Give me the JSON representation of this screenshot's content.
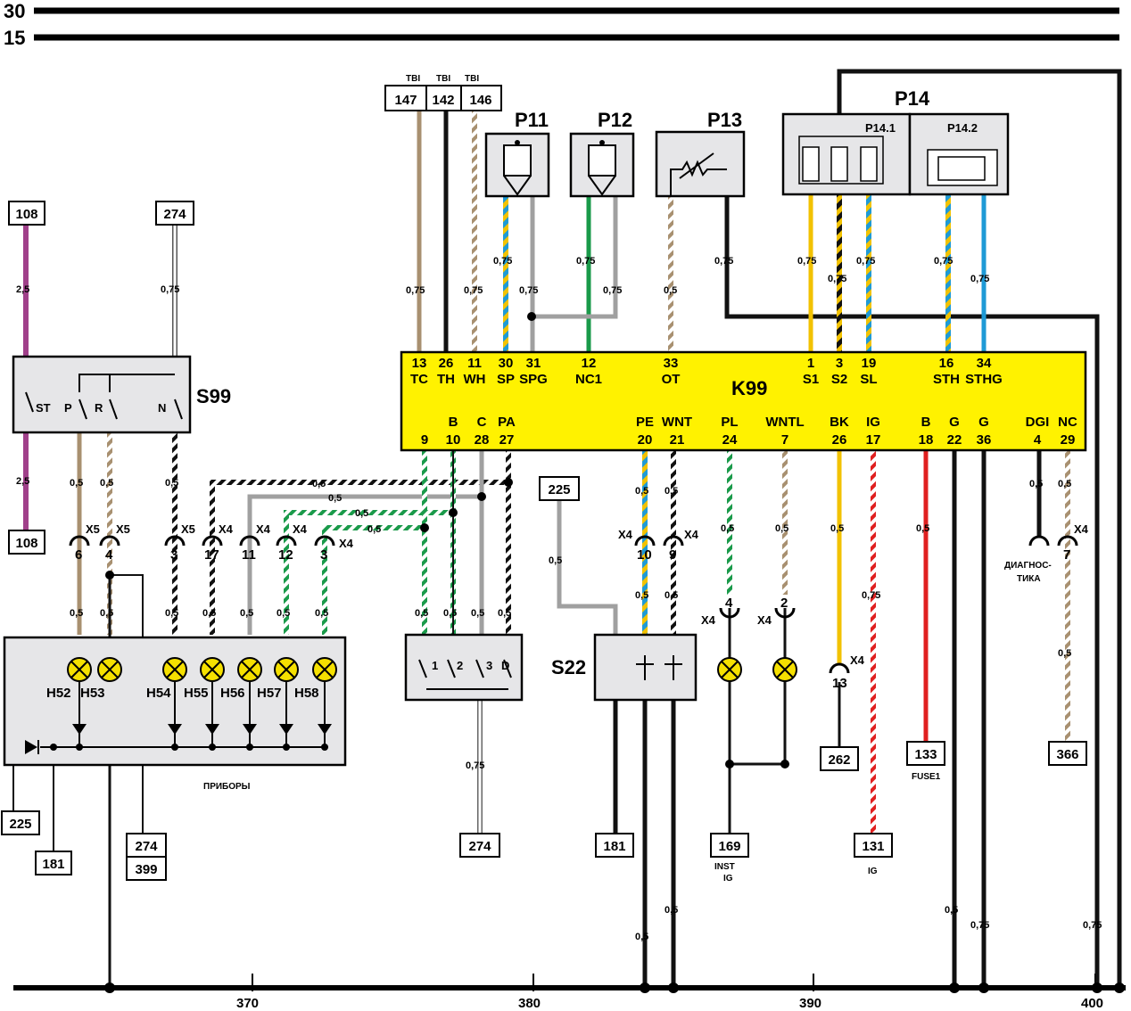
{
  "rails": {
    "top1": "30",
    "top2": "15"
  },
  "scale": {
    "ticks": [
      "370",
      "380",
      "390",
      "400"
    ]
  },
  "colors": {
    "yellow_box": "#fff200",
    "grey_box": "#e6e6e8",
    "lamp": "#f5e000"
  },
  "modules": {
    "k99": {
      "name": "K99",
      "top_pins": [
        {
          "num": "13",
          "sig": "TC"
        },
        {
          "num": "26",
          "sig": "TH"
        },
        {
          "num": "11",
          "sig": "WH"
        },
        {
          "num": "30",
          "sig": "SP"
        },
        {
          "num": "31",
          "sig": "SPG"
        },
        {
          "num": "12",
          "sig": "NC1"
        },
        {
          "num": "33",
          "sig": "OT"
        },
        {
          "num": "1",
          "sig": "S1"
        },
        {
          "num": "3",
          "sig": "S2"
        },
        {
          "num": "19",
          "sig": "SL"
        },
        {
          "num": "16",
          "sig": "STH"
        },
        {
          "num": "34",
          "sig": "STHG"
        }
      ],
      "bottom_pins": [
        {
          "num": "9",
          "sig": ""
        },
        {
          "num": "10",
          "sig": "B"
        },
        {
          "num": "28",
          "sig": "C"
        },
        {
          "num": "27",
          "sig": "PA"
        },
        {
          "num": "20",
          "sig": "PE"
        },
        {
          "num": "21",
          "sig": "WNT"
        },
        {
          "num": "24",
          "sig": "PL"
        },
        {
          "num": "7",
          "sig": "WNTL"
        },
        {
          "num": "26",
          "sig": "BK"
        },
        {
          "num": "17",
          "sig": "IG"
        },
        {
          "num": "18",
          "sig": "B"
        },
        {
          "num": "22",
          "sig": "G"
        },
        {
          "num": "36",
          "sig": "G"
        },
        {
          "num": "4",
          "sig": "DGI"
        },
        {
          "num": "29",
          "sig": "NC"
        }
      ]
    },
    "p11": "P11",
    "p12": "P12",
    "p13": "P13",
    "p14": "P14",
    "p14_1": "P14.1",
    "p14_2": "P14.2",
    "s99": {
      "name": "S99",
      "contacts": [
        "ST",
        "P",
        "R",
        "N"
      ]
    },
    "s22": "S22",
    "selector": {
      "contacts": [
        "1",
        "2",
        "3",
        "D"
      ]
    },
    "instruments": {
      "label": "ПРИБОРЫ",
      "lamps": [
        "H52",
        "H53",
        "H54",
        "H55",
        "H56",
        "H57",
        "H58"
      ]
    },
    "diag_label": [
      "ДИАГНОС-",
      "ТИКА"
    ]
  },
  "tbi": {
    "label": "TBI",
    "refs": [
      "147",
      "142",
      "146"
    ]
  },
  "refs": {
    "r108a": "108",
    "r108b": "108",
    "r274a": "274",
    "r225a": "225",
    "r225b": "225",
    "r181a": "181",
    "r274b": "274",
    "r399": "399",
    "r274c": "274",
    "r181b": "181",
    "r169": "169",
    "r262": "262",
    "r131": "131",
    "r133": "133",
    "r366": "366"
  },
  "ref_notes": {
    "inst_ig": [
      "INST",
      "IG"
    ],
    "ig": "IG",
    "fuse1": "FUSE1"
  },
  "connectors": {
    "x5_6": {
      "conn": "X5",
      "pin": "6"
    },
    "x5_4": {
      "conn": "X5",
      "pin": "4"
    },
    "x5_3": {
      "conn": "X5",
      "pin": "3"
    },
    "x4_17": {
      "conn": "X4",
      "pin": "17"
    },
    "x4_11": {
      "conn": "X4",
      "pin": "11"
    },
    "x4_12": {
      "conn": "X4",
      "pin": "12"
    },
    "x4_3": {
      "conn": "X4",
      "pin": "3"
    },
    "x4_10": {
      "conn": "X4",
      "pin": "10"
    },
    "x4_9": {
      "conn": "X4",
      "pin": "9"
    },
    "x4_4": {
      "conn": "X4",
      "pin": "4"
    },
    "x4_2": {
      "conn": "X4",
      "pin": "2"
    },
    "x4_13": {
      "conn": "X4",
      "pin": "13"
    },
    "x4_7": {
      "conn": "X4",
      "pin": "7"
    }
  },
  "wire_sizes": {
    "s05": "0,5",
    "s075": "0,75",
    "s25": "2,5"
  }
}
